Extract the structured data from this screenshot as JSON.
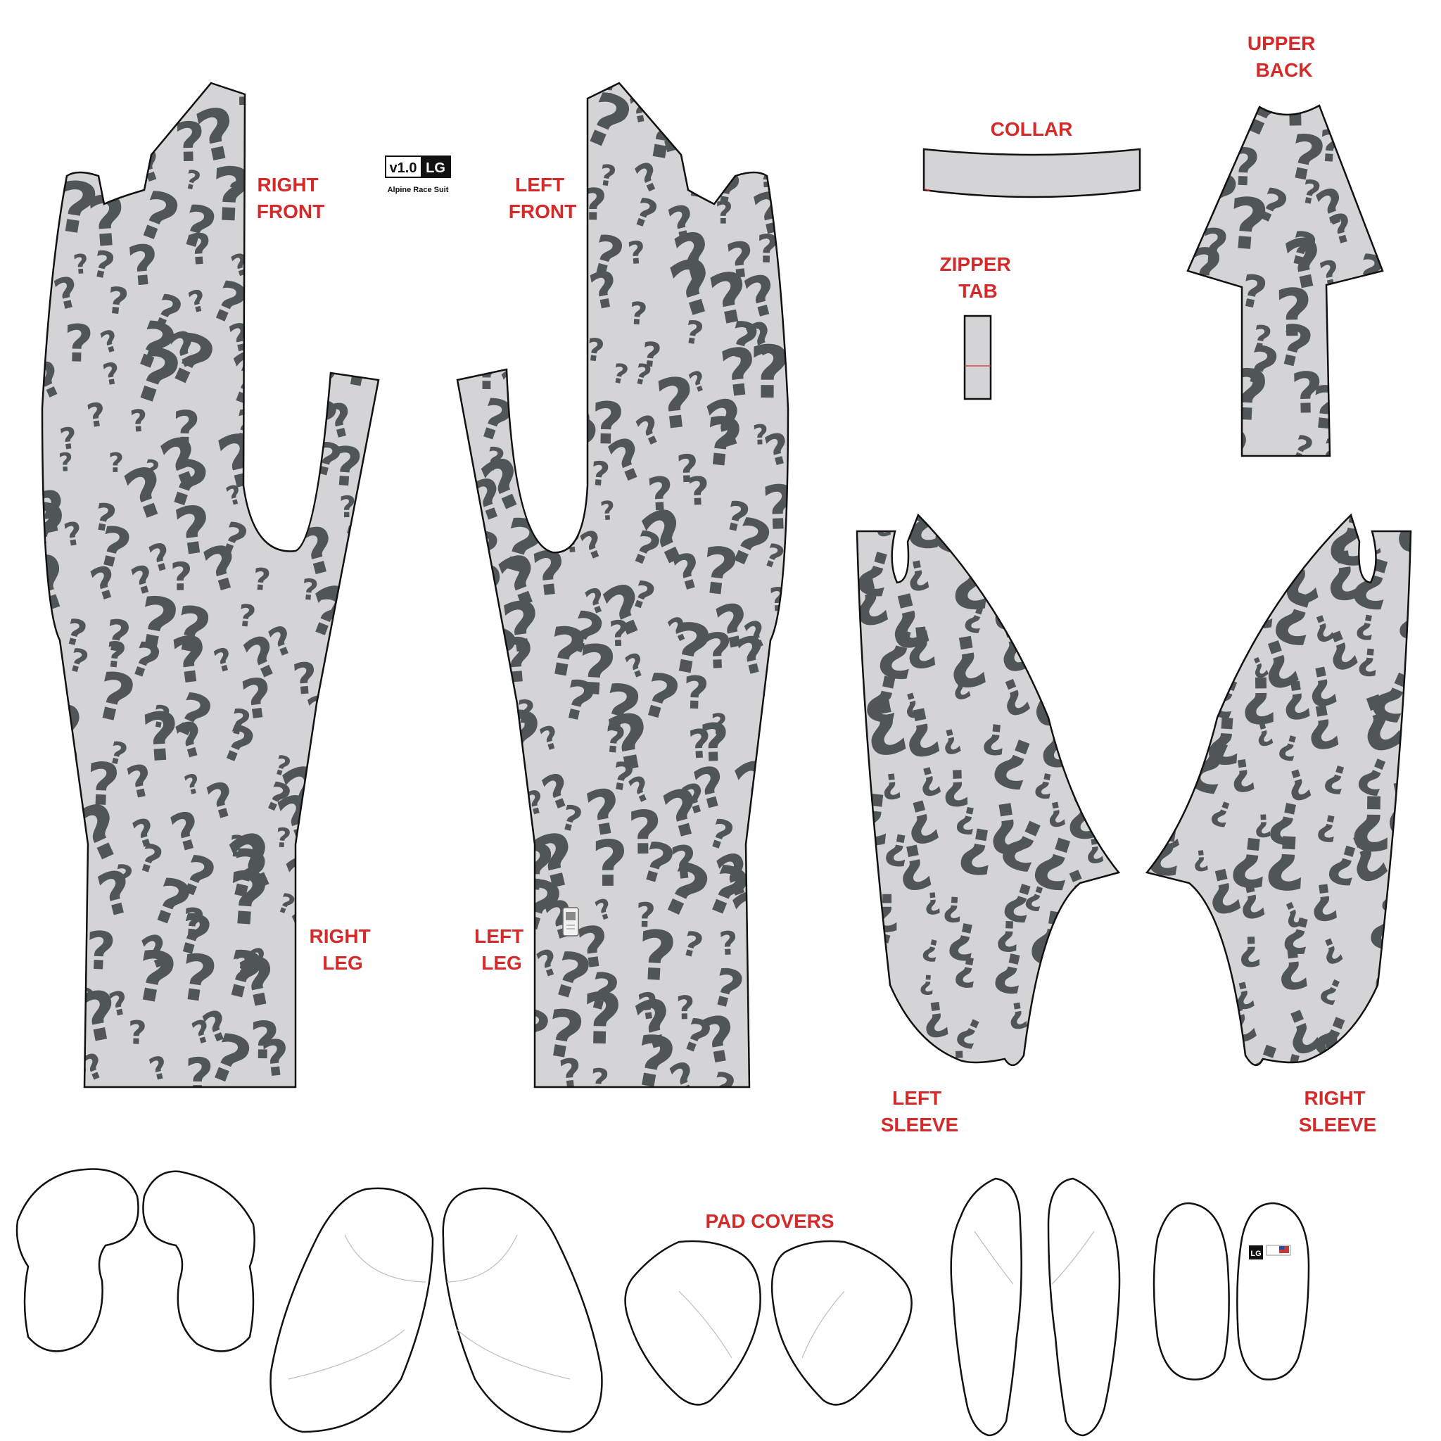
{
  "sheet": {
    "colors": {
      "label": "#d42a2a",
      "fabric": "#d4d4d6",
      "print": "#505657",
      "outline": "#111111",
      "paper": "#ffffff"
    },
    "pattern_glyphs": [
      "?",
      "¿"
    ]
  },
  "badge": {
    "version": "v1.0",
    "size": "LG",
    "product": "Alpine Race Suit"
  },
  "labels": {
    "right_front": [
      "RIGHT",
      "FRONT"
    ],
    "left_front": [
      "LEFT",
      "FRONT"
    ],
    "collar": [
      "COLLAR"
    ],
    "upper_back": [
      "UPPER",
      "BACK"
    ],
    "zipper_tab": [
      "ZIPPER",
      "TAB"
    ],
    "right_leg": [
      "RIGHT",
      "LEG"
    ],
    "left_leg": [
      "LEFT",
      "LEG"
    ],
    "left_sleeve": [
      "LEFT",
      "SLEEVE"
    ],
    "right_sleeve": [
      "RIGHT",
      "SLEEVE"
    ],
    "pad_covers": [
      "PAD COVERS"
    ]
  },
  "pad_tag": {
    "size": "LG"
  }
}
